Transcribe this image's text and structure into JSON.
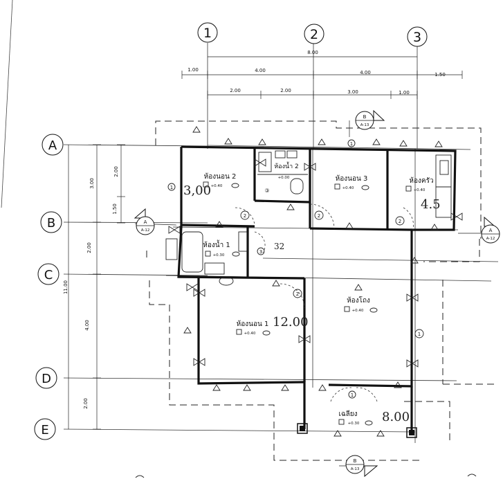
{
  "grid": {
    "columns": [
      "1",
      "2",
      "3"
    ],
    "rows": [
      "A",
      "B",
      "C",
      "D",
      "E"
    ]
  },
  "dimensions": {
    "top_total": "8.00",
    "top_row1": [
      "1.00",
      "4.00",
      "4.00",
      "1.50"
    ],
    "top_row2": [
      "2.00",
      "2.00",
      "3.00",
      "1.00"
    ],
    "left_total": "11.00",
    "left_outer": [
      "3.00",
      "2.00",
      "4.00",
      "2.00"
    ],
    "left_inner": [
      "2.00",
      "1.50"
    ]
  },
  "rooms": [
    {
      "name": "ห้องนอน 2",
      "tag": "+0.40"
    },
    {
      "name": "ห้องน้ำ 2",
      "tag": "+0.00"
    },
    {
      "name": "ห้องนอน 3",
      "tag": "+0.40"
    },
    {
      "name": "ห้องครัว",
      "tag": "+0.40"
    },
    {
      "name": "ห้องน้ำ 1",
      "tag": "+0.30"
    },
    {
      "name": "ห้องนอน 1",
      "tag": "+0.40"
    },
    {
      "name": "ห้องโถง",
      "tag": "+0.40"
    },
    {
      "name": "เฉลียง",
      "tag": "+0.30"
    }
  ],
  "section_markers": [
    {
      "letter": "B",
      "sheet": "A-13"
    },
    {
      "letter": "A",
      "sheet": "A-12"
    },
    {
      "letter": "A",
      "sheet": "A-12"
    },
    {
      "letter": "B",
      "sheet": "A-13"
    }
  ],
  "handwritten": [
    "3,00",
    "4.5",
    "12.00",
    "8.00",
    "32"
  ]
}
